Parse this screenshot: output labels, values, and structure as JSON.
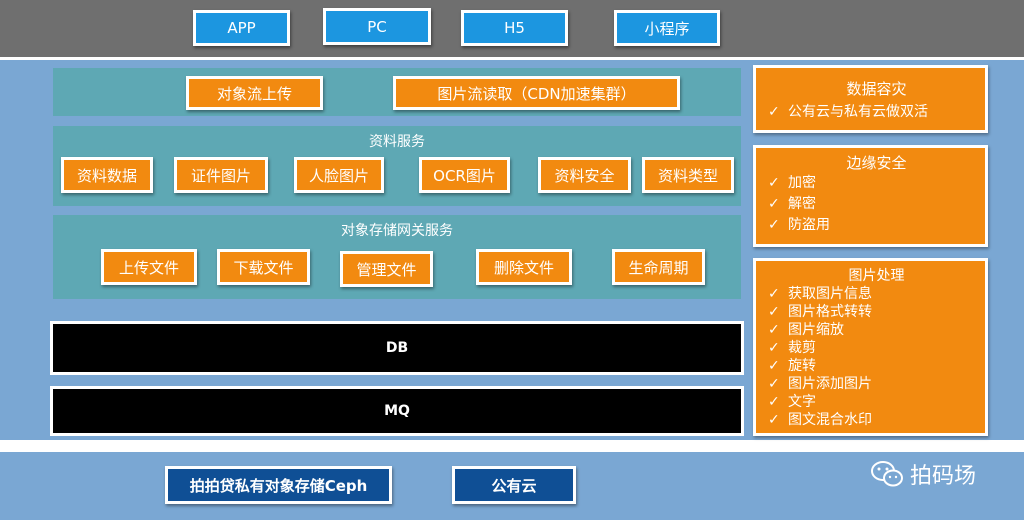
{
  "clients": [
    "APP",
    "PC",
    "H5",
    "小程序"
  ],
  "stream": {
    "upload": "对象流上传",
    "read": "图片流读取（CDN加速集群）"
  },
  "data_service": {
    "title": "资料服务",
    "items": [
      "资料数据",
      "证件图片",
      "人脸图片",
      "OCR图片",
      "资料安全",
      "资料类型"
    ]
  },
  "gateway_service": {
    "title": "对象存储网关服务",
    "items": [
      "上传文件",
      "下载文件",
      "管理文件",
      "删除文件",
      "生命周期"
    ]
  },
  "storage_bars": [
    "DB",
    "MQ"
  ],
  "disaster": {
    "title": "数据容灾",
    "items": [
      "公有云与私有云做双活"
    ]
  },
  "edge_security": {
    "title": "边缘安全",
    "items": [
      "加密",
      "解密",
      "防盗用"
    ]
  },
  "image_processing": {
    "title": "图片处理",
    "items": [
      "获取图片信息",
      "图片格式转转",
      "图片缩放",
      "裁剪",
      "旋转",
      "图片添加图片",
      "文字",
      "图文混合水印"
    ]
  },
  "check_mark": "✓",
  "backends": [
    "拍拍贷私有对象存储Ceph",
    "公有云"
  ],
  "watermark": "拍码场",
  "colors": {
    "client_blue": "#1c96e0",
    "orange": "#f28a10",
    "teal": "#5ea8b4",
    "navy": "#0f4f95",
    "band_gray": "#6f6f6f",
    "band_blue": "#7aa7d3"
  }
}
